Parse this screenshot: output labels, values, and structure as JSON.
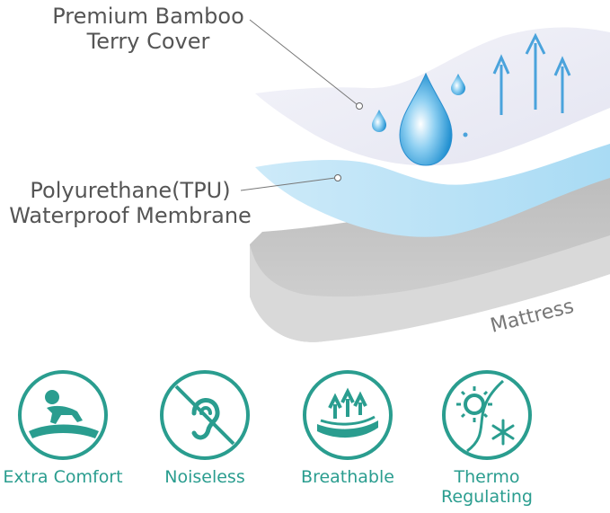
{
  "callouts": {
    "cover_line1": "Premium Bamboo",
    "cover_line2": "Terry Cover",
    "membrane_line1": "Polyurethane(TPU)",
    "membrane_line2": "Waterproof Membrane"
  },
  "layers": {
    "mattress_label": "Mattress"
  },
  "features": [
    {
      "label_line1": "Extra Comfort",
      "label_line2": "",
      "icon": "baby-crawling-icon"
    },
    {
      "label_line1": "Noiseless",
      "label_line2": "",
      "icon": "no-sound-ear-icon"
    },
    {
      "label_line1": "Breathable",
      "label_line2": "",
      "icon": "breathable-arrows-icon"
    },
    {
      "label_line1": "Thermo",
      "label_line2": "Regulating",
      "icon": "sun-snowflake-icon"
    }
  ],
  "colors": {
    "accent": "#2a9d8f",
    "cover": "#efeff8",
    "membrane": "#bfe4f7",
    "mattress": "#c8c8c8",
    "callout_text": "#555555"
  }
}
